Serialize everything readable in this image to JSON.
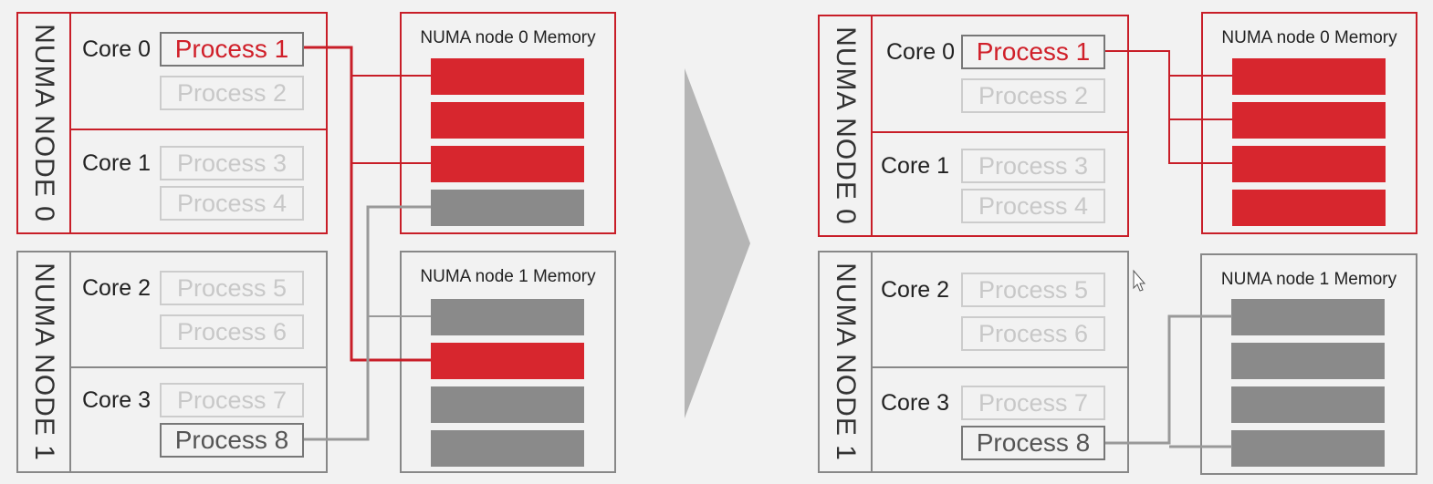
{
  "colors": {
    "accent_red": "#d7262e",
    "gray": "#8a8a8a",
    "line_gray": "#999999",
    "background": "#f2f2f2"
  },
  "left": {
    "node0": {
      "label": "NUMA NODE 0",
      "core0": {
        "label": "Core 0",
        "p1": "Process 1",
        "p2": "Process 2"
      },
      "core1": {
        "label": "Core 1",
        "p1": "Process 3",
        "p2": "Process 4"
      }
    },
    "node1": {
      "label": "NUMA NODE 1",
      "core0": {
        "label": "Core 2",
        "p1": "Process 5",
        "p2": "Process 6"
      },
      "core1": {
        "label": "Core 3",
        "p1": "Process 7",
        "p2": "Process 8"
      }
    },
    "mem0": {
      "title": "NUMA node 0 Memory"
    },
    "mem1": {
      "title": "NUMA node 1 Memory"
    }
  },
  "right": {
    "node0": {
      "label": "NUMA NODE 0",
      "core0": {
        "label": "Core 0",
        "p1": "Process 1",
        "p2": "Process 2"
      },
      "core1": {
        "label": "Core 1",
        "p1": "Process 3",
        "p2": "Process 4"
      }
    },
    "node1": {
      "label": "NUMA NODE 1",
      "core0": {
        "label": "Core 2",
        "p1": "Process 5",
        "p2": "Process 6"
      },
      "core1": {
        "label": "Core 3",
        "p1": "Process 7",
        "p2": "Process 8"
      }
    },
    "mem0": {
      "title": "NUMA node 0 Memory"
    },
    "mem1": {
      "title": "NUMA node 1 Memory"
    }
  }
}
